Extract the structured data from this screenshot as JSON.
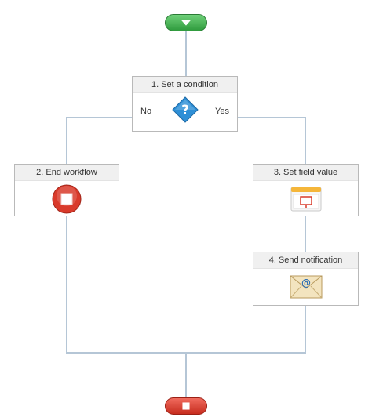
{
  "flow": {
    "start": {
      "name": "Start"
    },
    "end": {
      "name": "End"
    },
    "nodes": [
      {
        "step": "1. Set a condition",
        "icon": "condition-question-icon"
      },
      {
        "step": "2. End workflow",
        "icon": "stop-icon"
      },
      {
        "step": "3. Set field value",
        "icon": "set-field-value-icon"
      },
      {
        "step": "4. Send notification",
        "icon": "email-envelope-icon"
      }
    ],
    "branches": {
      "no": "No",
      "yes": "Yes"
    }
  },
  "colors": {
    "connector": "#b5c6d6",
    "start_green": "#3fa84b",
    "end_red": "#d93a2b",
    "condition_blue": "#2e8fd6"
  }
}
